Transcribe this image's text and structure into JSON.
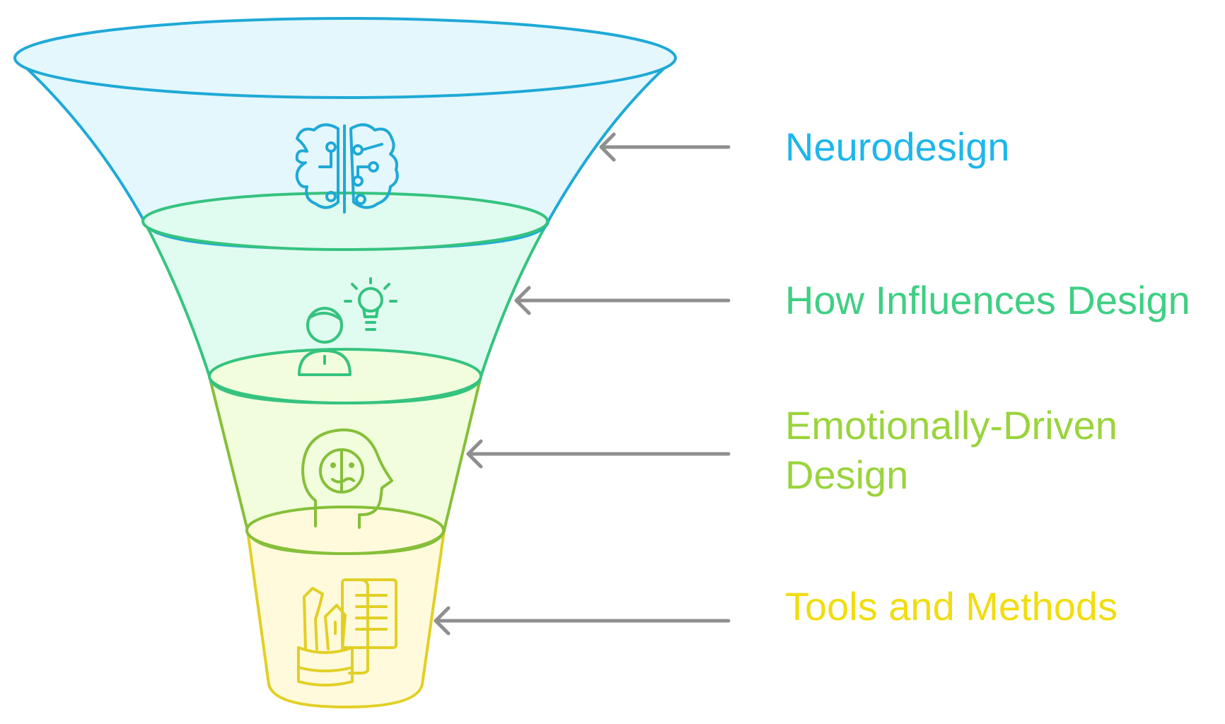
{
  "stages": [
    {
      "label": "Neurodesign",
      "icon": "brain-circuit-icon",
      "stroke": "#1fa9d6",
      "fill": "#e4f7fc",
      "text_color": "#1eb6ec"
    },
    {
      "label": "How Influences Design",
      "icon": "person-lightbulb-icon",
      "stroke": "#35c37f",
      "fill": "#e0fbef",
      "text_color": "#3fcf83"
    },
    {
      "label": "Emotionally-Driven Design",
      "icon": "head-face-icon",
      "stroke": "#86bf3a",
      "fill": "#f1fddc",
      "text_color": "#9ad43d"
    },
    {
      "label": "Tools and Methods",
      "icon": "pencil-cup-document-icon",
      "stroke": "#e2cf25",
      "fill": "#fefadb",
      "text_color": "#f1dd10"
    }
  ],
  "arrow_color": "#8f8f8f"
}
